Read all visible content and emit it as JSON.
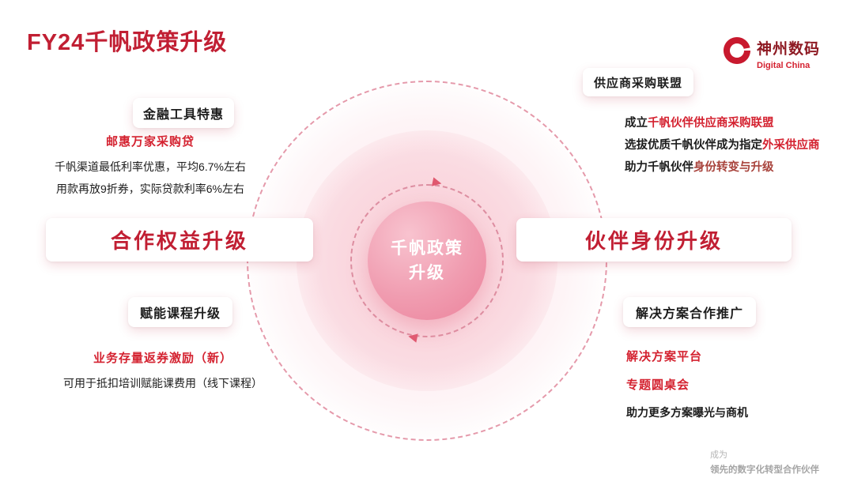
{
  "slide": {
    "title": "FY24千帆政策升级"
  },
  "logo": {
    "cn": "神州数码",
    "en": "Digital China"
  },
  "center": {
    "line1": "千帆政策",
    "line2": "升级"
  },
  "left": {
    "finance": {
      "header": "金融工具特惠",
      "highlight": "邮惠万家采购贷",
      "lines": [
        "千帆渠道最低利率优惠，平均6.7%左右",
        "用款再放9折券，实际贷款利率6%左右"
      ]
    },
    "main": "合作权益升级",
    "course": {
      "header": "赋能课程升级",
      "highlight": "业务存量返券激励（新）",
      "line": "可用于抵扣培训赋能课费用（线下课程）"
    }
  },
  "right": {
    "alliance": {
      "header": "供应商采购联盟",
      "lines": [
        {
          "prefix": "成立",
          "red": "千帆伙伴供应商采购联盟"
        },
        {
          "prefix": "选拔优质千帆伙伴成为指定",
          "red": "外采供应商"
        },
        {
          "prefix": "助力千帆伙伴",
          "red": "身份转变与升级"
        }
      ]
    },
    "main": "伙伴身份升级",
    "solution": {
      "header": "解决方案合作推广",
      "highlights": [
        "解决方案平台",
        "专题圆桌会"
      ],
      "line": "助力更多方案曝光与商机"
    }
  },
  "footer": {
    "line1": "成为",
    "line2": "领先的数字化转型合作伙伴"
  },
  "icons": {
    "logo": "digital-china-swirl-icon",
    "cycle": "cycle-arrow-icon"
  },
  "colors": {
    "title": "#c11f33",
    "accent": "#d42230",
    "maroon": "#a8433c",
    "pink-line": "#e59aab",
    "ink": "#1c1c1c"
  }
}
